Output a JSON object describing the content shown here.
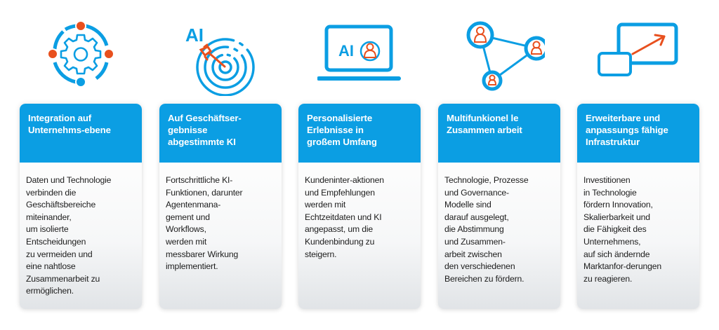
{
  "colors": {
    "accent_blue": "#0b9ee3",
    "accent_orange": "#e8501e",
    "text_dark": "#1c1c1c",
    "header_text": "#ffffff"
  },
  "cards": [
    {
      "icon": "gear-network-icon",
      "title": "Integration auf\nUnternehms-ebene",
      "body": "Daten und Technologie\nverbinden die\nGeschäftsbereiche\nmiteinander,\num isolierte\nEntscheidungen\nzu vermeiden und\neine nahtlose\nZusammenarbeit zu\nermöglichen."
    },
    {
      "icon": "ai-target-icon",
      "icon_label": "AI",
      "title": "Auf Geschäftser-\ngebnisse\nabgestimmte KI",
      "body": "Fortschrittliche KI-\nFunktionen, darunter\nAgentenmana-\ngement und\nWorkflows,\nwerden mit\nmessbarer Wirkung\nimplementiert."
    },
    {
      "icon": "ai-laptop-user-icon",
      "icon_label": "AI",
      "title": "Personalisierte\nErlebnisse in\ngroßem Umfang",
      "body": "Kundeninter-aktionen\nund Empfehlungen\nwerden mit\nEchtzeitdaten und KI\nangepasst, um die\nKundenbindung zu\nsteigern."
    },
    {
      "icon": "people-network-icon",
      "title": "Multifunkionel le\nZusammen arbeit",
      "body": "Technologie, Prozesse\nund Governance-\nModelle sind\ndarauf ausgelegt,\ndie Abstimmung\nund Zusammen-\narbeit zwischen\nden verschiedenen\nBereichen zu fördern."
    },
    {
      "icon": "scale-up-screen-icon",
      "title": "Erweiterbare und\nanpassungs fähige\nInfrastruktur",
      "body": "Investitionen\nin Technologie\nfördern Innovation,\nSkalierbarkeit und\ndie Fähigkeit des\nUnternehmens,\nauf sich ändernde\nMarktanfor-derungen\nzu reagieren."
    }
  ]
}
